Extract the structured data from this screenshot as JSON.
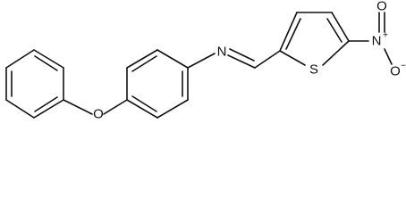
{
  "molecule": {
    "atoms": {
      "imine_nitrogen": "N",
      "ether_oxygen": "O",
      "thiophene_sulfur": "S",
      "nitro_nitrogen": "N",
      "nitro_charge": "+",
      "nitro_oxygen_top": "O",
      "nitro_oxygen_bottom": "O",
      "nitro_oxygen_bottom_charge": "−"
    }
  }
}
